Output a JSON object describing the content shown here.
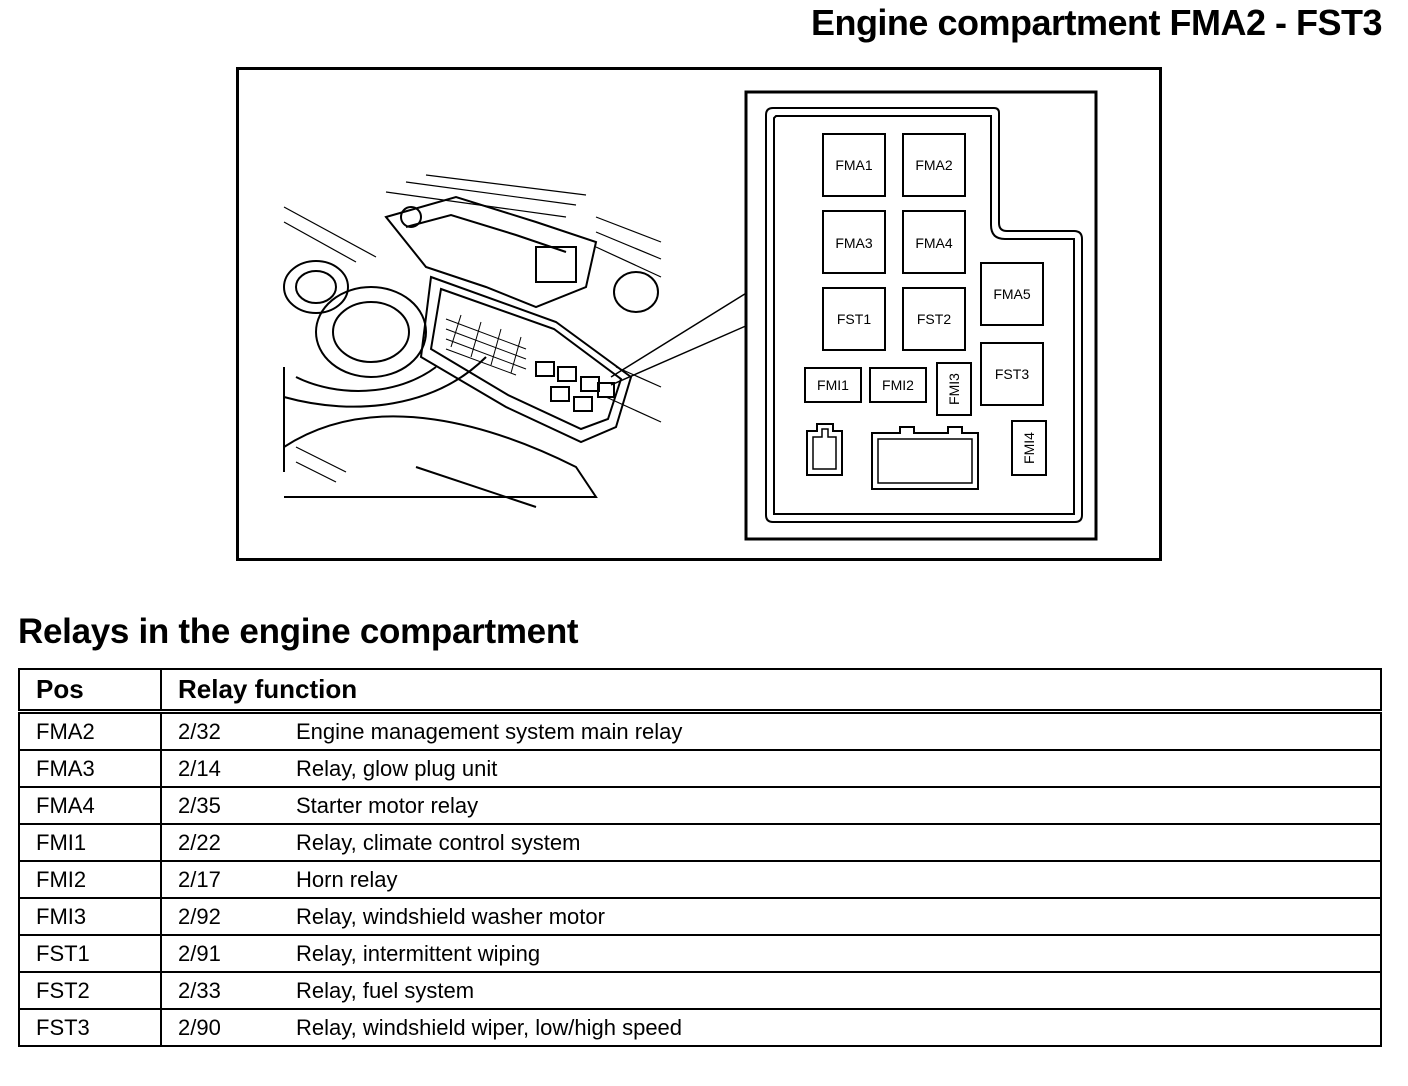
{
  "page": {
    "title": "Engine compartment FMA2 - FST3",
    "section_title": "Relays in the engine compartment"
  },
  "diagram": {
    "relay_labels": [
      "FMA1",
      "FMA2",
      "FMA3",
      "FMA4",
      "FMA5",
      "FST1",
      "FST2",
      "FST3",
      "FMI1",
      "FMI2",
      "FMI3",
      "FMI4"
    ]
  },
  "table": {
    "headers": {
      "pos": "Pos",
      "function": "Relay function"
    },
    "rows": [
      {
        "pos": "FMA2",
        "code": "2/32",
        "function": "Engine management system main relay"
      },
      {
        "pos": "FMA3",
        "code": "2/14",
        "function": "Relay, glow plug unit"
      },
      {
        "pos": "FMA4",
        "code": "2/35",
        "function": "Starter motor relay"
      },
      {
        "pos": "FMI1",
        "code": "2/22",
        "function": "Relay, climate control system"
      },
      {
        "pos": "FMI2",
        "code": "2/17",
        "function": "Horn relay"
      },
      {
        "pos": "FMI3",
        "code": "2/92",
        "function": "Relay, windshield washer motor"
      },
      {
        "pos": "FST1",
        "code": "2/91",
        "function": "Relay, intermittent wiping"
      },
      {
        "pos": "FST2",
        "code": "2/33",
        "function": "Relay, fuel system"
      },
      {
        "pos": "FST3",
        "code": "2/90",
        "function": "Relay, windshield wiper, low/high speed"
      }
    ]
  }
}
